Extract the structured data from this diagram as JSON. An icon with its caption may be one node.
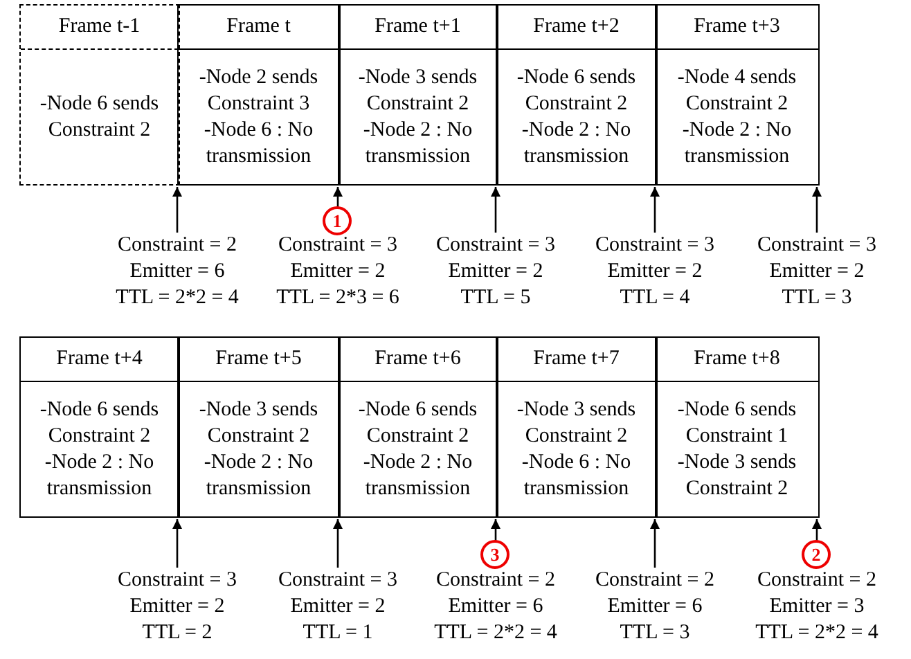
{
  "diagram": {
    "nodes": [
      {
        "text": [
          "Frame t-1",
          "-Node 6 sends Constraint 2"
        ]
      },
      {
        "text": [
          "Frame t",
          "-Node 2 sends Constraint 3",
          "-Node 6 : No transmission"
        ]
      },
      {
        "text": [
          "Frame t+1",
          "-Node 3 sends Constraint 2",
          "-Node 2 : No transmission"
        ]
      },
      {
        "text": [
          "Frame t+2",
          "-Node 6 sends Constraint 2",
          "-Node 2 : No transmission"
        ]
      },
      {
        "text": [
          "Frame t+3",
          "-Node 4 sends Constraint 2",
          "-Node 2 : No transmission"
        ]
      },
      {
        "text": [
          "Frame t+4",
          "-Node 6 sends Constraint 2",
          "-Node 2 : No transmission"
        ]
      },
      {
        "text": [
          "Frame t+5",
          "-Node 3 sends Constraint 2",
          "-Node 2 : No transmission"
        ]
      },
      {
        "text": [
          "Frame t+6",
          "-Node 6 sends Constraint 2",
          "-Node 2 : No transmission"
        ]
      },
      {
        "text": [
          "Frame t+7",
          "-Node 3 sends Constraint 2",
          "-Node 6 : No transmission"
        ]
      },
      {
        "text": [
          "Frame t+8",
          "-Node 6 sends Constraint 1",
          "-Node 3 sends Constraint 2"
        ]
      },
      {
        "text": [
          "Constraint = 2",
          "Emitter = 6",
          "TTL = 2*2 = 4"
        ]
      },
      {
        "text": [
          "Constraint = 3",
          "Emitter = 2",
          "TTL = 2*3 = 6"
        ]
      },
      {
        "text": [
          "Constraint = 3",
          "Emitter = 2",
          "TTL = 5"
        ]
      },
      {
        "text": [
          "Constraint = 3",
          "Emitter = 2",
          "TTL = 4"
        ]
      },
      {
        "text": [
          "Constraint = 3",
          "Emitter = 2",
          "TTL = 3"
        ]
      },
      {
        "text": [
          "Constraint = 3",
          "Emitter = 2",
          "TTL = 2"
        ]
      },
      {
        "text": [
          "Constraint = 3",
          "Emitter = 2",
          "TTL = 1"
        ]
      },
      {
        "text": [
          "Constraint = 2",
          "Emitter = 6",
          "TTL = 2*2 = 4"
        ]
      },
      {
        "text": [
          "Constraint = 2",
          "Emitter = 6",
          "TTL = 3"
        ]
      },
      {
        "text": [
          "Constraint = 2",
          "Emitter = 3",
          "TTL = 2*2 = 4"
        ]
      }
    ],
    "edges": [
      {
        "from": 10,
        "to": 0,
        "arrow": "to"
      },
      {
        "from": 11,
        "to": 1,
        "arrow": "to"
      },
      {
        "from": 12,
        "to": 2,
        "arrow": "to"
      },
      {
        "from": 13,
        "to": 3,
        "arrow": "to"
      },
      {
        "from": 14,
        "to": 4,
        "arrow": "to"
      },
      {
        "from": 15,
        "to": 5,
        "arrow": "to"
      },
      {
        "from": 16,
        "to": 6,
        "arrow": "to"
      },
      {
        "from": 17,
        "to": 7,
        "arrow": "to"
      },
      {
        "from": 18,
        "to": 8,
        "arrow": "to"
      },
      {
        "from": 19,
        "to": 9,
        "arrow": "to"
      }
    ],
    "labels": [
      "1",
      "3",
      "2"
    ]
  }
}
